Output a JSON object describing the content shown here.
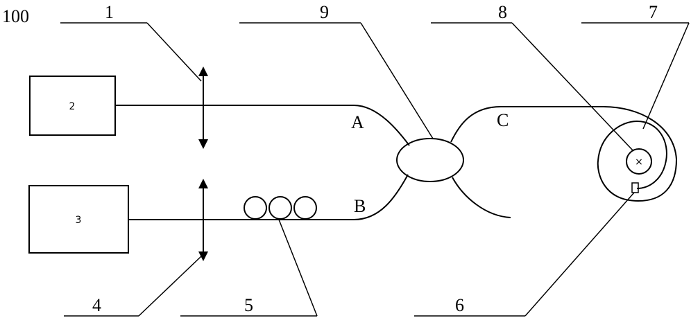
{
  "figure_label": "100",
  "callouts": {
    "c1": "1",
    "c4": "4",
    "c5": "5",
    "c6": "6",
    "c7": "7",
    "c8": "8",
    "c9": "9"
  },
  "boxes": {
    "box2": "2",
    "box3": "3"
  },
  "ports": {
    "a": "A",
    "b": "B",
    "c": "C"
  },
  "center_mark": "×",
  "colors": {
    "stroke": "#000000",
    "background": "#ffffff"
  }
}
